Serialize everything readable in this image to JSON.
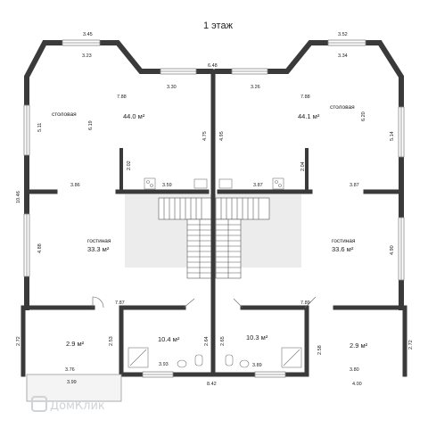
{
  "title": "1 этаж",
  "rooms": {
    "dining_left": "столовая",
    "dining_right": "столовая",
    "living_left": "гостиная",
    "living_right": "гостиная"
  },
  "areas": {
    "dining_left": "44.0 м²",
    "dining_right": "44.1 м²",
    "living_left": "33.3 м²",
    "living_right": "33.6 м²",
    "porch_left": "2.9 м²",
    "bath_left": "10.4 м²",
    "bath_right": "10.3 м²",
    "porch_right": "2.9 м²"
  },
  "dimensions": {
    "top_left_bay": "3.45",
    "top_left_bay_inner": "3.23",
    "top_right_bay": "3.52",
    "top_right_bay_inner": "3.34",
    "top_center": "6.48",
    "left_788": "7.88",
    "right_788": "7.88",
    "left_330": "3.30",
    "right_326": "3.26",
    "left_511": "5.11",
    "left_619": "6.19",
    "right_620": "6.20",
    "right_514": "5.14",
    "left_475": "4.75",
    "right_495": "4.95",
    "left_202": "2.02",
    "right_204": "2.04",
    "left_386": "3.86",
    "left_359": "3.59",
    "right_387a": "3.87",
    "right_387b": "3.87",
    "overall_height": "10.46",
    "left_488": "4.88",
    "right_490": "4.90",
    "left_787": "7.87",
    "right_789": "7.89",
    "left_272": "2.72",
    "left_253": "2.53",
    "left_264": "2.64",
    "right_265": "2.65",
    "right_258": "2.58",
    "right_272": "2.72",
    "left_376": "3.76",
    "left_393": "3.93",
    "right_389": "3.89",
    "right_380": "3.80",
    "left_399": "3.99",
    "bottom_842": "8.42",
    "right_400": "4.00"
  },
  "watermark": "ДомКлик"
}
